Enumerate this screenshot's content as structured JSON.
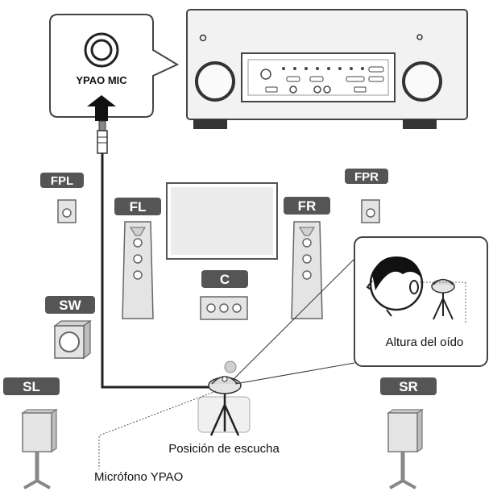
{
  "mic_port": {
    "label": "YPAO MIC"
  },
  "speakers": {
    "fpl": "FPL",
    "fpr": "FPR",
    "fl": "FL",
    "fr": "FR",
    "c": "C",
    "sw": "SW",
    "sl": "SL",
    "sr": "SR"
  },
  "labels": {
    "ear_height": "Altura del oído",
    "listening_position": "Posición de escucha",
    "ypao_microphone": "Micrófono YPAO"
  },
  "colors": {
    "badge": "#555555",
    "speaker_body": "#e4e4e4",
    "outline": "#555555",
    "cable": "#222222"
  }
}
